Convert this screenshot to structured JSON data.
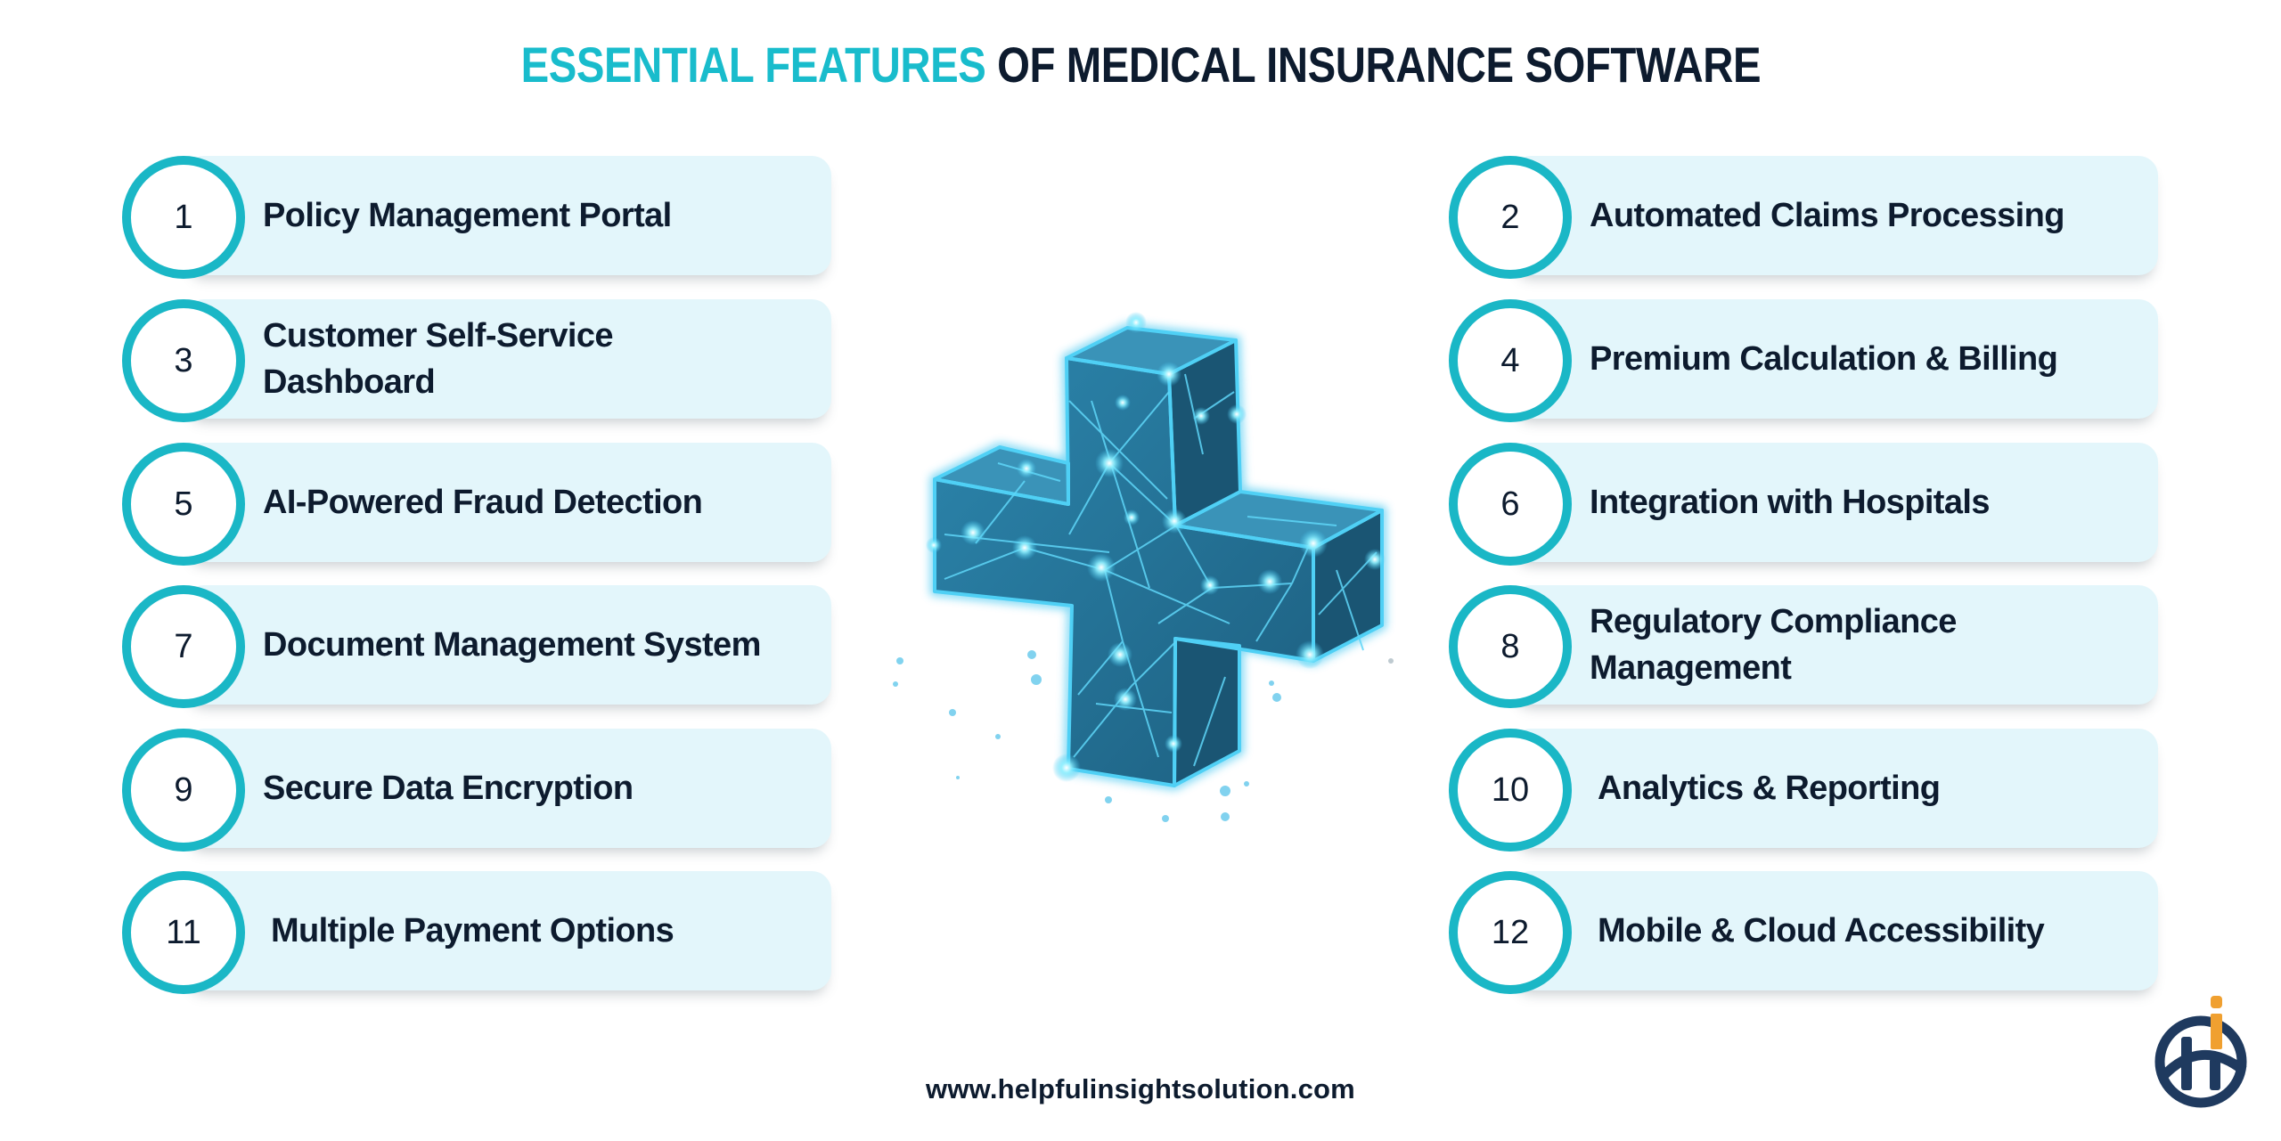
{
  "header": {
    "title_accent": "ESSENTIAL FEATURES",
    "title_rest": "OF MEDICAL INSURANCE SOFTWARE"
  },
  "features": [
    {
      "number": "1",
      "label": "Policy Management Portal"
    },
    {
      "number": "2",
      "label": "Automated Claims Processing"
    },
    {
      "number": "3",
      "label": "Customer Self-Service Dashboard"
    },
    {
      "number": "4",
      "label": "Premium Calculation & Billing"
    },
    {
      "number": "5",
      "label": "AI-Powered Fraud Detection"
    },
    {
      "number": "6",
      "label": "Integration with Hospitals"
    },
    {
      "number": "7",
      "label": "Document Management System"
    },
    {
      "number": "8",
      "label": "Regulatory Compliance Management"
    },
    {
      "number": "9",
      "label": "Secure Data Encryption"
    },
    {
      "number": "10",
      "label": "Analytics & Reporting"
    },
    {
      "number": "11",
      "label": "Multiple Payment Options"
    },
    {
      "number": "12",
      "label": "Mobile & Cloud Accessibility"
    }
  ],
  "illustration": {
    "icon": "medical-cross-network-icon"
  },
  "footer": {
    "url": "www.helpfulinsightsolution.com"
  },
  "logo": {
    "icon": "helpful-insight-logo-icon"
  },
  "colors": {
    "accent": "#19bccc",
    "text": "#0d1b2e",
    "card_bg": "#e3f6fb",
    "logo_navy": "#1f3a5f",
    "logo_orange": "#f0a030"
  }
}
